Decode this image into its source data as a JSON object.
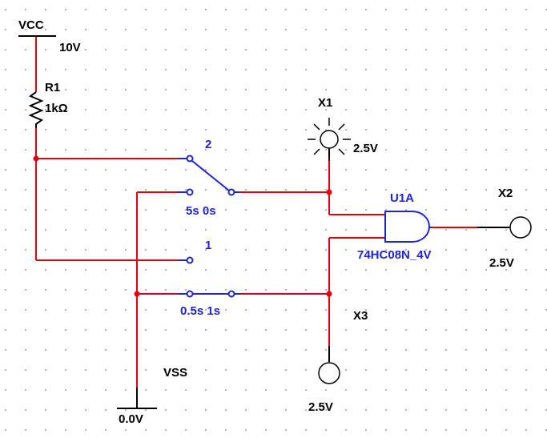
{
  "colors": {
    "wire": "#e0000f",
    "component": "#1f25c9",
    "black": "#000000",
    "grid_dot": "#9a9a9a",
    "background": "#ffffff"
  },
  "supply": {
    "label": "VCC",
    "voltage": "10V"
  },
  "ground": {
    "label": "VSS",
    "voltage": "0.0V"
  },
  "resistor": {
    "ref": "R1",
    "value": "1kΩ"
  },
  "switch_upper": {
    "ref": "2",
    "timing": "5s 0s"
  },
  "switch_lower": {
    "ref": "1",
    "timing": "0.5s 1s"
  },
  "gate": {
    "ref": "U1A",
    "part": "74HC08N_4V"
  },
  "probes": [
    {
      "ref": "X1",
      "value": "2.5V",
      "icon": "lamp-probe-icon"
    },
    {
      "ref": "X2",
      "value": "2.5V",
      "icon": "probe-icon"
    },
    {
      "ref": "X3",
      "value": "2.5V",
      "icon": "probe-icon"
    }
  ]
}
